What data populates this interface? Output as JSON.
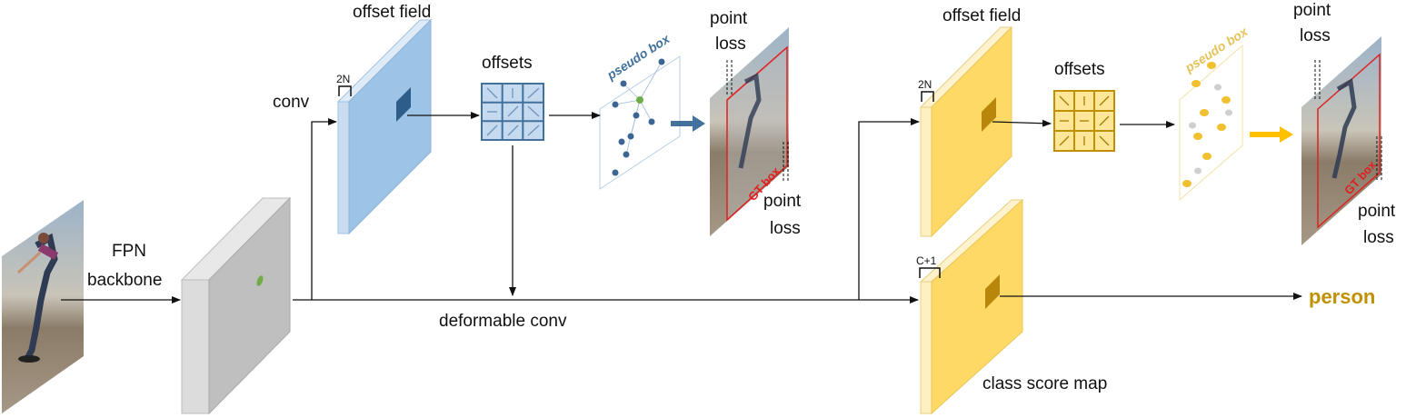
{
  "labels": {
    "fpn_line1": "FPN",
    "fpn_line2": "backbone",
    "conv": "conv",
    "deformable_conv": "deformable conv",
    "offset_field_1": "offset field",
    "offset_field_2": "offset field",
    "offsets_1": "offsets",
    "offsets_2": "offsets",
    "channels_2n_1": "2N",
    "channels_2n_2": "2N",
    "channels_c1": "C+1",
    "pseudo_box_1": "pseudo box",
    "pseudo_box_2": "pseudo box",
    "gt_box_1": "GT box",
    "gt_box_2": "GT box",
    "point_loss_top_1_l1": "point",
    "point_loss_top_1_l2": "loss",
    "point_loss_bottom_1_l1": "point",
    "point_loss_bottom_1_l2": "loss",
    "point_loss_top_2_l1": "point",
    "point_loss_top_2_l2": "loss",
    "point_loss_bottom_2_l1": "point",
    "point_loss_bottom_2_l2": "loss",
    "class_score_map": "class score map",
    "output_class": "person"
  },
  "colors": {
    "blue_face": "#9bc1e6",
    "blue_dark": "#3f6e9a",
    "yellow_face": "#ffd966",
    "yellow_dark": "#b8860b",
    "gray_face": "#c0c0c0",
    "green_dot": "#70ad47",
    "gt_red": "#e02020",
    "arrow_blue": "#41719c",
    "arrow_yellow": "#ffc000",
    "person_text": "#bf9000"
  }
}
